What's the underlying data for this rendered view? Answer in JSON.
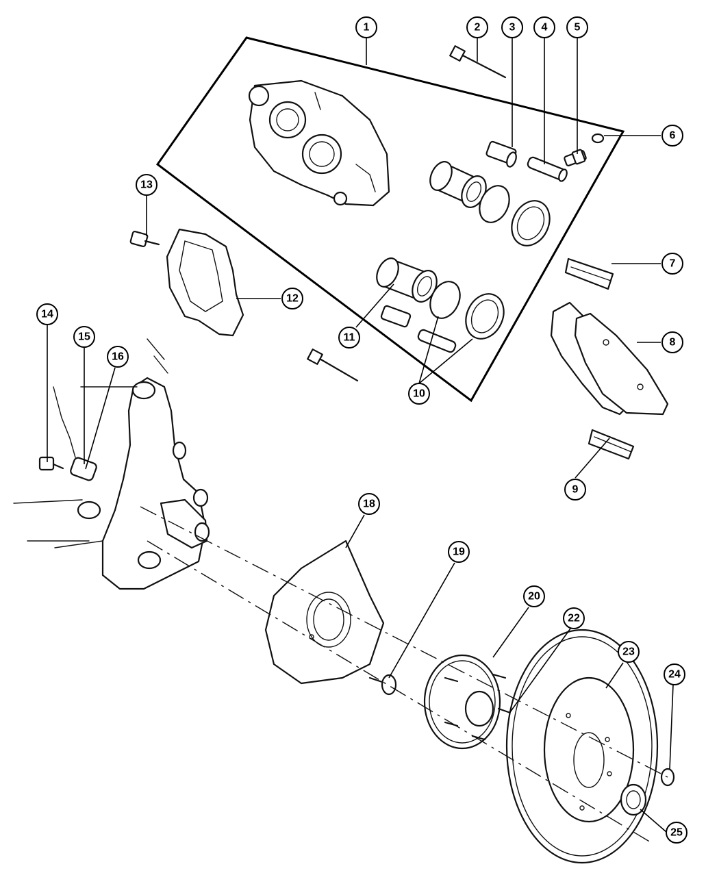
{
  "colors": {
    "line": "#111111",
    "background": "#ffffff"
  },
  "callouts": [
    {
      "id": "c1",
      "label": "1"
    },
    {
      "id": "c2",
      "label": "2"
    },
    {
      "id": "c3",
      "label": "3"
    },
    {
      "id": "c4",
      "label": "4"
    },
    {
      "id": "c5",
      "label": "5"
    },
    {
      "id": "c6",
      "label": "6"
    },
    {
      "id": "c7",
      "label": "7"
    },
    {
      "id": "c8",
      "label": "8"
    },
    {
      "id": "c9",
      "label": "9"
    },
    {
      "id": "c10",
      "label": "10"
    },
    {
      "id": "c11",
      "label": "11"
    },
    {
      "id": "c12",
      "label": "12"
    },
    {
      "id": "c13",
      "label": "13"
    },
    {
      "id": "c14",
      "label": "14"
    },
    {
      "id": "c15",
      "label": "15"
    },
    {
      "id": "c16",
      "label": "16"
    },
    {
      "id": "c18",
      "label": "18"
    },
    {
      "id": "c19",
      "label": "19"
    },
    {
      "id": "c20",
      "label": "20"
    },
    {
      "id": "c22",
      "label": "22"
    },
    {
      "id": "c23",
      "label": "23"
    },
    {
      "id": "c24",
      "label": "24"
    },
    {
      "id": "c25",
      "label": "25"
    }
  ]
}
